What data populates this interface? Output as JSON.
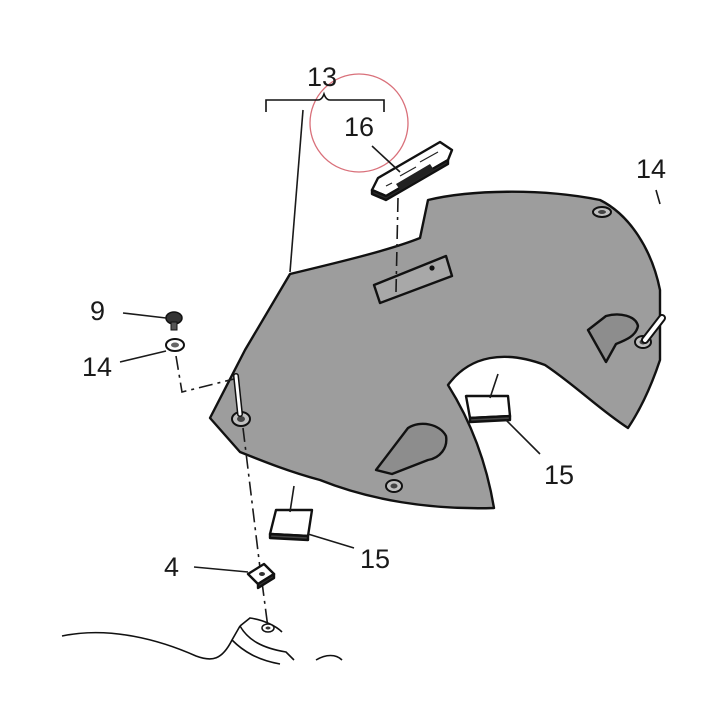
{
  "colors": {
    "panel_fill": "#9d9d9d",
    "outline": "#111111",
    "highlight_circle": "#d9707a",
    "background": "#ffffff"
  },
  "callouts": {
    "c13": "13",
    "c16": "16",
    "c14_top_right": "14",
    "c9": "9",
    "c14_left": "14",
    "c15_right": "15",
    "c15_bottom": "15",
    "c4": "4"
  }
}
